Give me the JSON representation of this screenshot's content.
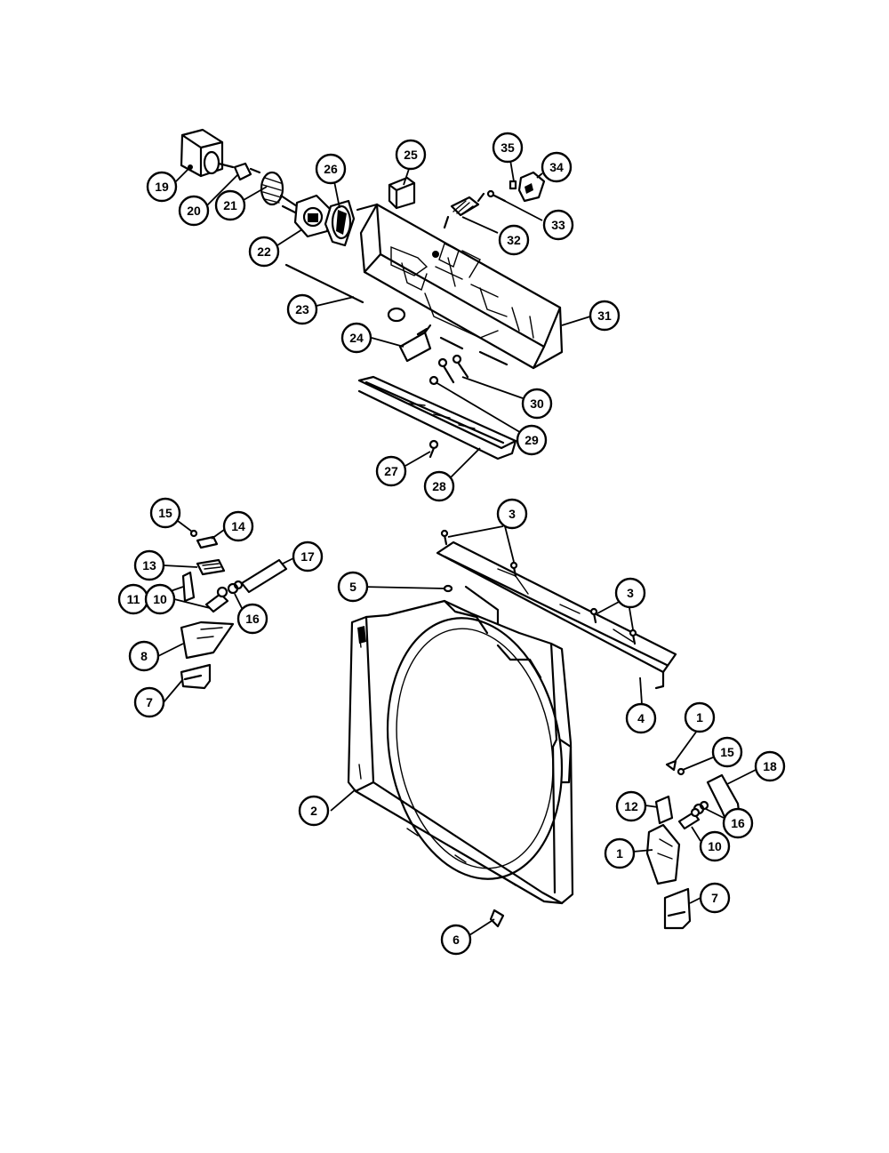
{
  "callouts": [
    {
      "id": "c19",
      "label": "19"
    },
    {
      "id": "c20",
      "label": "20"
    },
    {
      "id": "c21",
      "label": "21"
    },
    {
      "id": "c22",
      "label": "22"
    },
    {
      "id": "c26",
      "label": "26"
    },
    {
      "id": "c25",
      "label": "25"
    },
    {
      "id": "c35",
      "label": "35"
    },
    {
      "id": "c34",
      "label": "34"
    },
    {
      "id": "c33",
      "label": "33"
    },
    {
      "id": "c32",
      "label": "32"
    },
    {
      "id": "c31",
      "label": "31"
    },
    {
      "id": "c23",
      "label": "23"
    },
    {
      "id": "c24",
      "label": "24"
    },
    {
      "id": "c30",
      "label": "30"
    },
    {
      "id": "c29",
      "label": "29"
    },
    {
      "id": "c27",
      "label": "27"
    },
    {
      "id": "c28",
      "label": "28"
    },
    {
      "id": "c15a",
      "label": "15"
    },
    {
      "id": "c14",
      "label": "14"
    },
    {
      "id": "c13",
      "label": "13"
    },
    {
      "id": "c11",
      "label": "11"
    },
    {
      "id": "c10a",
      "label": "10"
    },
    {
      "id": "c16a",
      "label": "16"
    },
    {
      "id": "c17",
      "label": "17"
    },
    {
      "id": "c8",
      "label": "8"
    },
    {
      "id": "c7a",
      "label": "7"
    },
    {
      "id": "c5",
      "label": "5"
    },
    {
      "id": "c3a",
      "label": "3"
    },
    {
      "id": "c3b",
      "label": "3"
    },
    {
      "id": "c4",
      "label": "4"
    },
    {
      "id": "c1a",
      "label": "1"
    },
    {
      "id": "c15b",
      "label": "15"
    },
    {
      "id": "c18",
      "label": "18"
    },
    {
      "id": "c12",
      "label": "12"
    },
    {
      "id": "c16b",
      "label": "16"
    },
    {
      "id": "c10b",
      "label": "10"
    },
    {
      "id": "c1b",
      "label": "1"
    },
    {
      "id": "c7b",
      "label": "7"
    },
    {
      "id": "c2",
      "label": "2"
    },
    {
      "id": "c6",
      "label": "6"
    }
  ]
}
